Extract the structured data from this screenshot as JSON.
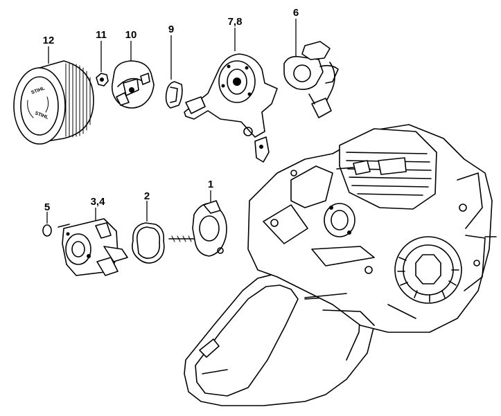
{
  "diagram": {
    "parts": [
      {
        "id": "p12",
        "label": "12",
        "icon": "air-filter-icon"
      },
      {
        "id": "p11",
        "label": "11",
        "icon": "nut-icon"
      },
      {
        "id": "p10",
        "label": "10",
        "icon": "filter-base-icon"
      },
      {
        "id": "p9",
        "label": "9",
        "icon": "clip-icon"
      },
      {
        "id": "p78",
        "label": "7,8",
        "icon": "baffle-plate-icon"
      },
      {
        "id": "p6",
        "label": "6",
        "icon": "wiring-plate-icon"
      },
      {
        "id": "p5",
        "label": "5",
        "icon": "o-ring-icon"
      },
      {
        "id": "p34",
        "label": "3,4",
        "icon": "carburetor-icon"
      },
      {
        "id": "p2",
        "label": "2",
        "icon": "gasket-icon"
      },
      {
        "id": "p1",
        "label": "1",
        "icon": "intake-manifold-icon"
      }
    ],
    "colors": {
      "line": "#000000",
      "background": "#ffffff"
    }
  }
}
